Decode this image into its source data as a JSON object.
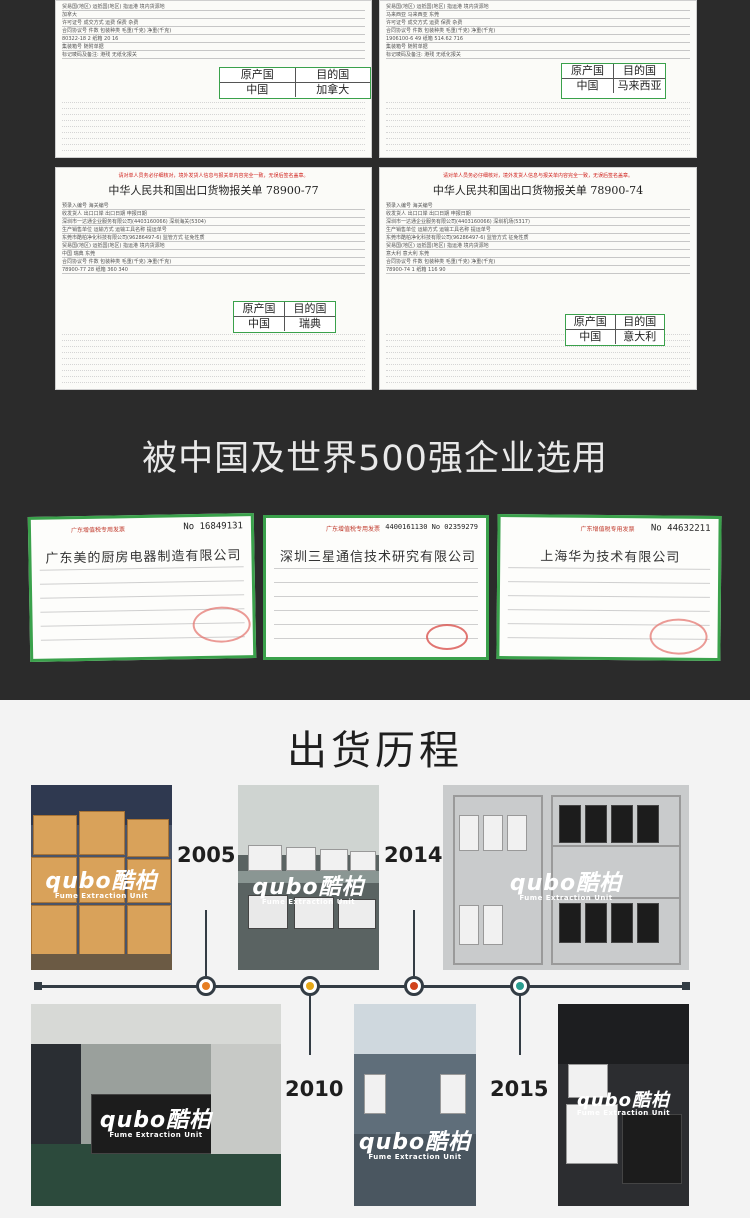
{
  "documents": [
    {
      "title": "",
      "lines": [
        "贸易国(地区)  运抵国(地区)  指运港  境内货源地",
        "加拿大",
        "许可证号  成交方式  运费  保费  杂费",
        "合同协议号  件数  包装种类  毛重(千克)  净重(千克)",
        "80322-18  2  纸箱  20  16",
        "集装箱号  随附单据",
        "标记唛码及备注: 港残 无纸化报关"
      ],
      "origin": {
        "h1": "原产国",
        "h2": "目的国",
        "v1": "中国",
        "v2": "加拿大"
      }
    },
    {
      "title": "",
      "lines": [
        "贸易国(地区)  运抵国(地区)  指运港  境内货源地",
        "马来西亚  马来西亚  东莞",
        "许可证号  成交方式  运费  保费  杂费",
        "合同协议号  件数  包装种类  毛重(千克)  净重(千克)",
        "1906100-6  49  纸箱  514.62  716",
        "集装箱号  随附单据",
        "标记唛码及备注: 港残 无纸化报关"
      ],
      "origin": {
        "h1": "原产国",
        "h2": "目的国",
        "v1": "中国",
        "v2": "马来西亚"
      }
    },
    {
      "red": "请对单人员务必仔细核对，境外发货人信息与报关单内容完全一致，无误后签名盖章。",
      "title": "中华人民共和国出口货物报关单 78900-77",
      "lines": [
        "预录入编号  海关编号",
        "收发货人  出口口岸  出口日期  申报日期",
        "深圳市一达通企业服务有限公司(4403160066)  深圳海关(5304)",
        "生产销售单位  运输方式  运输工具名称  提运单号",
        "东莞市酷柏净化科技有限公司(96286497-6)  监管方式  征免性质",
        "贸易国(地区)  运抵国(地区)  指运港  境内货源地",
        "中国  瑞典  东莞",
        "合同协议号  件数  包装种类  毛重(千克)  净重(千克)",
        "78900-77  28  纸箱  360  340"
      ],
      "origin": {
        "h1": "原产国",
        "h2": "目的国",
        "v1": "中国",
        "v2": "瑞典"
      }
    },
    {
      "red": "请对单人员务必仔细核对，境外发货人信息与报关单内容完全一致，无误后签名盖章。",
      "title": "中华人民共和国出口货物报关单 78900-74",
      "lines": [
        "预录入编号  海关编号",
        "收发货人  出口口岸  出口日期  申报日期",
        "深圳市一达通企业服务有限公司(4403160066)  深圳机场(5317)",
        "生产销售单位  运输方式  运输工具名称  提运单号",
        "东莞市酷柏净化科技有限公司(96286497-6)  监管方式  征免性质",
        "贸易国(地区)  运抵国(地区)  指运港  境内货源地",
        "意大利  意大利  东莞",
        "合同协议号  件数  包装种类  毛重(千克)  净重(千克)",
        "78900-74  1  纸箱  116  90"
      ],
      "origin": {
        "h1": "原产国",
        "h2": "目的国",
        "v1": "中国",
        "v2": "意大利"
      }
    }
  ],
  "headline": "被中国及世界500强企业选用",
  "invoices": [
    {
      "header": "广东增值税专用发票",
      "number": "No 16849131",
      "company": "广东美的厨房电器制造有限公司"
    },
    {
      "header": "广东增值税专用发票",
      "number": "4400161130   No 02359279",
      "company": "深圳三星通信技术研究有限公司"
    },
    {
      "header": "广东增值税专用发票",
      "number": "No 44632211",
      "company": "上海华为技术有限公司"
    }
  ],
  "section_title": "出货历程",
  "brand": {
    "name": "qubo酷柏",
    "sub": "Fume Extraction Unit"
  },
  "milestones": [
    {
      "year": "2005",
      "node_color": "#e67e22"
    },
    {
      "year": "2010",
      "node_color": "#e6a817"
    },
    {
      "year": "2014",
      "node_color": "#d0431c"
    },
    {
      "year": "2015",
      "node_color": "#2a9d8f"
    }
  ],
  "colors": {
    "dark_bg": "#2b2b2b",
    "light_bg": "#f3f3f3",
    "highlight_green": "#3aa14b",
    "timeline": "#333c44"
  }
}
